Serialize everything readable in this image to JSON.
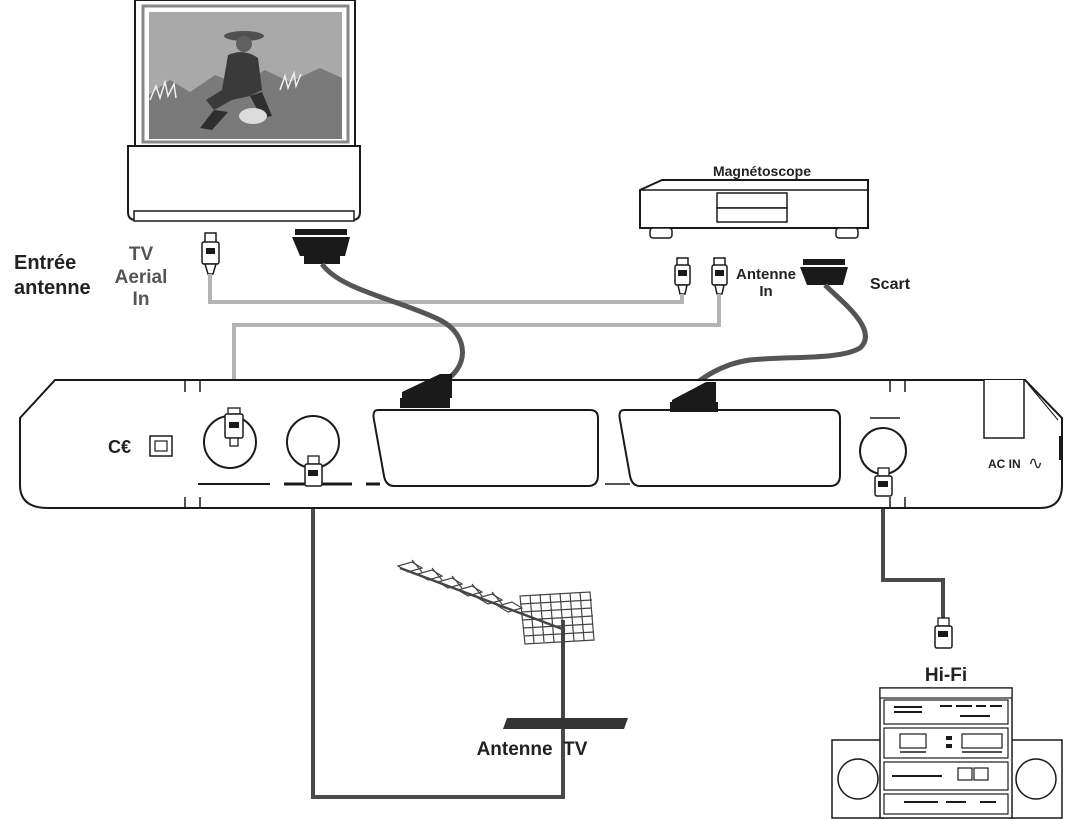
{
  "labels": {
    "entree_antenne_line1": "Entrée",
    "entree_antenne_line2": "antenne",
    "tv_aerial_line1": "TV",
    "tv_aerial_line2": "Aerial",
    "tv_aerial_line3": "In",
    "magnetoscope": "Magnétoscope",
    "vcr_antenne_line1": "Antenne",
    "vcr_antenne_line2": "In",
    "scart": "Scart",
    "ce_mark": "C€",
    "ac_in": "AC IN",
    "ac_symbol": "∿",
    "hifi": "Hi-Fi",
    "antenne_tv": "Antenne  TV"
  },
  "colors": {
    "rf_cable": "#b4b4b4",
    "scart_cable": "#555555",
    "device_outline": "#1a1a1a",
    "tv_screen": "#a9a9a9"
  },
  "icons": [
    "television",
    "vcr",
    "set-top-box-rear-panel",
    "roof-antenna",
    "hifi-stereo",
    "rf-plug",
    "scart-plug",
    "rca-plug"
  ]
}
